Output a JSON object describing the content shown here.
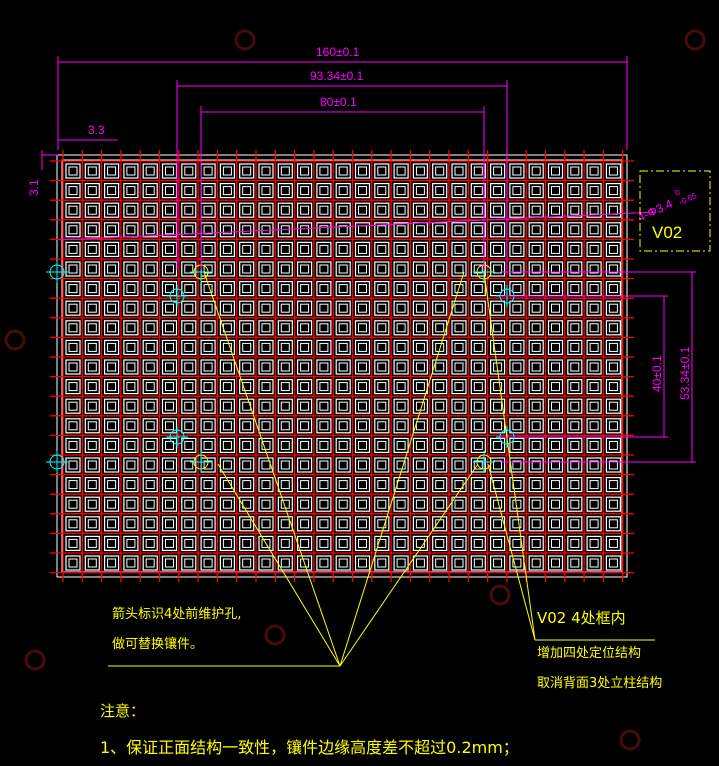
{
  "dimensions": {
    "overall_width": "160±0.1",
    "hole_span_outer": "93.34±0.1",
    "hole_span_inner": "80±0.1",
    "edge_offset_x": "3.3",
    "edge_offset_y": "3.1",
    "vertical_inner": "40±0.1",
    "vertical_outer": "53.34±0.1",
    "hole_callout": "4-Φ3.4",
    "hole_tol_upper": "0",
    "hole_tol_lower": "-0.05"
  },
  "detail_label": "V02",
  "notes": {
    "left_line1": "箭头标识4处前维护孔,",
    "left_line2": "做可替换镶件。",
    "right_title": "V02  4处框内",
    "right_line1": "增加四处定位结构",
    "right_line2": "取消背面3处立柱结构",
    "heading": "注意：",
    "item1": "1、保证正面结构一致性，镶件边缘高度差不超过0.2mm；"
  },
  "colors": {
    "grid": "#ffffff",
    "hatch": "#ff0000",
    "dim": "#ff00ff",
    "note": "#ffff00",
    "hole": "#00ffff"
  }
}
